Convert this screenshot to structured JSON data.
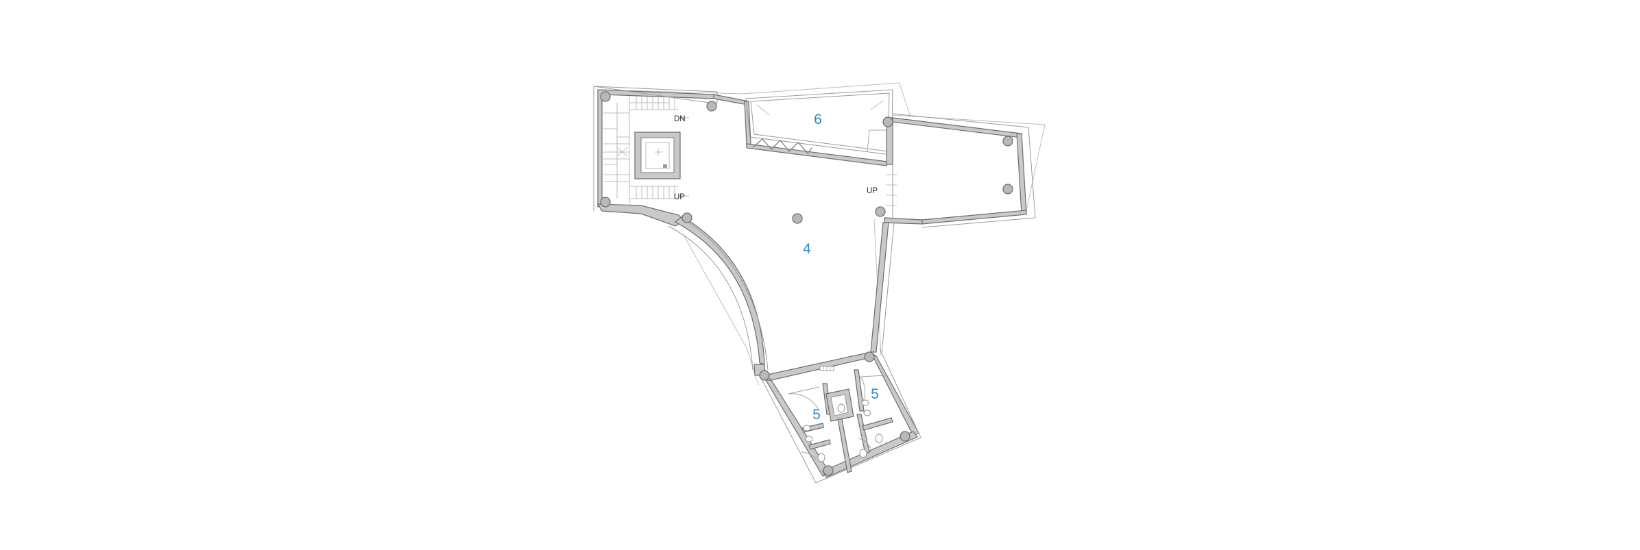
{
  "plan": {
    "rooms": [
      {
        "id": "room-4",
        "label": "4"
      },
      {
        "id": "room-6",
        "label": "6"
      },
      {
        "id": "room-5a",
        "label": "5"
      },
      {
        "id": "room-5b",
        "label": "5"
      }
    ],
    "annotations": {
      "stair_down": "DN",
      "stair_up": "UP",
      "ramp_up": "UP"
    },
    "colors": {
      "room_label": "#2a8ac4",
      "wall_fill": "#c9c9c9",
      "wall_line": "#6d6d6d"
    }
  }
}
